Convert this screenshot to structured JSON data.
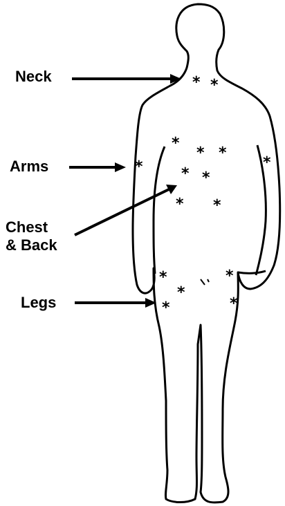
{
  "labels": {
    "neck": "Neck",
    "arms": "Arms",
    "chest_line1": "Chest",
    "chest_line2": "& Back",
    "legs": "Legs"
  },
  "marker_glyph": "*",
  "colors": {
    "outline": "#000000",
    "background": "#ffffff"
  }
}
